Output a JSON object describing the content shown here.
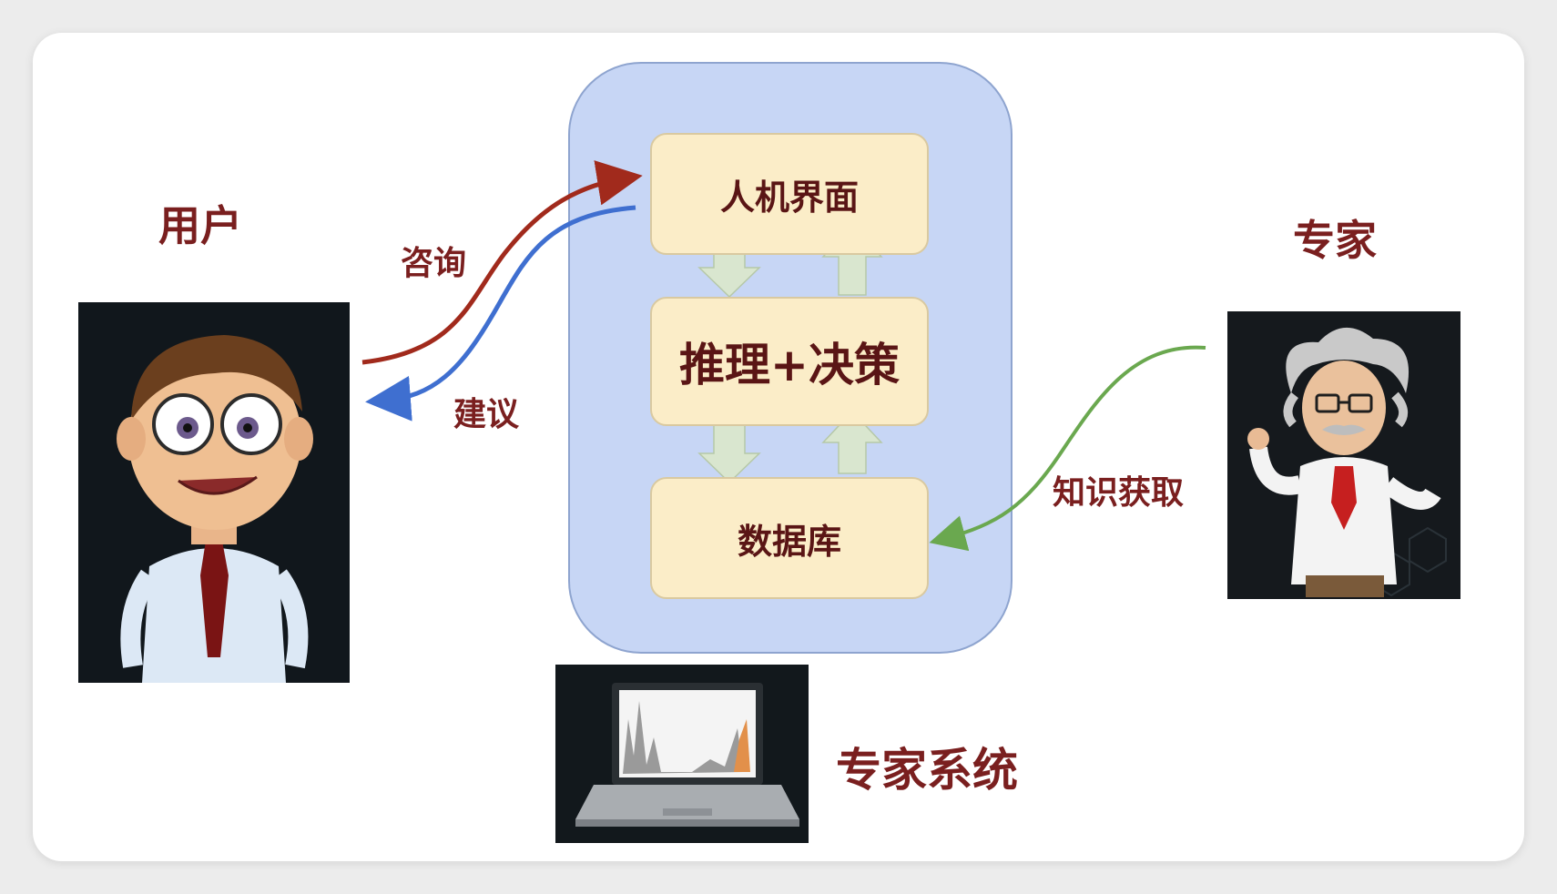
{
  "labels": {
    "user": "用户",
    "expert": "专家",
    "consult": "咨询",
    "advice": "建议",
    "knowledge_acquisition": "知识获取",
    "expert_system": "专家系统"
  },
  "boxes": {
    "interface": "人机界面",
    "reasoning": "推理+决策",
    "database": "数据库"
  },
  "colors": {
    "label_text": "#7a1f1f",
    "container_fill": "#c7d6f5",
    "box_fill": "#fbedc8",
    "consult_arrow": "#a12a1c",
    "advice_arrow": "#3f6fd0",
    "knowledge_arrow": "#6aa84f",
    "block_arrow": "#d9e6cf"
  },
  "icons": {
    "user_avatar": "cartoon-man-icon",
    "expert_avatar": "cartoon-scientist-icon",
    "system_avatar": "laptop-chart-icon"
  }
}
